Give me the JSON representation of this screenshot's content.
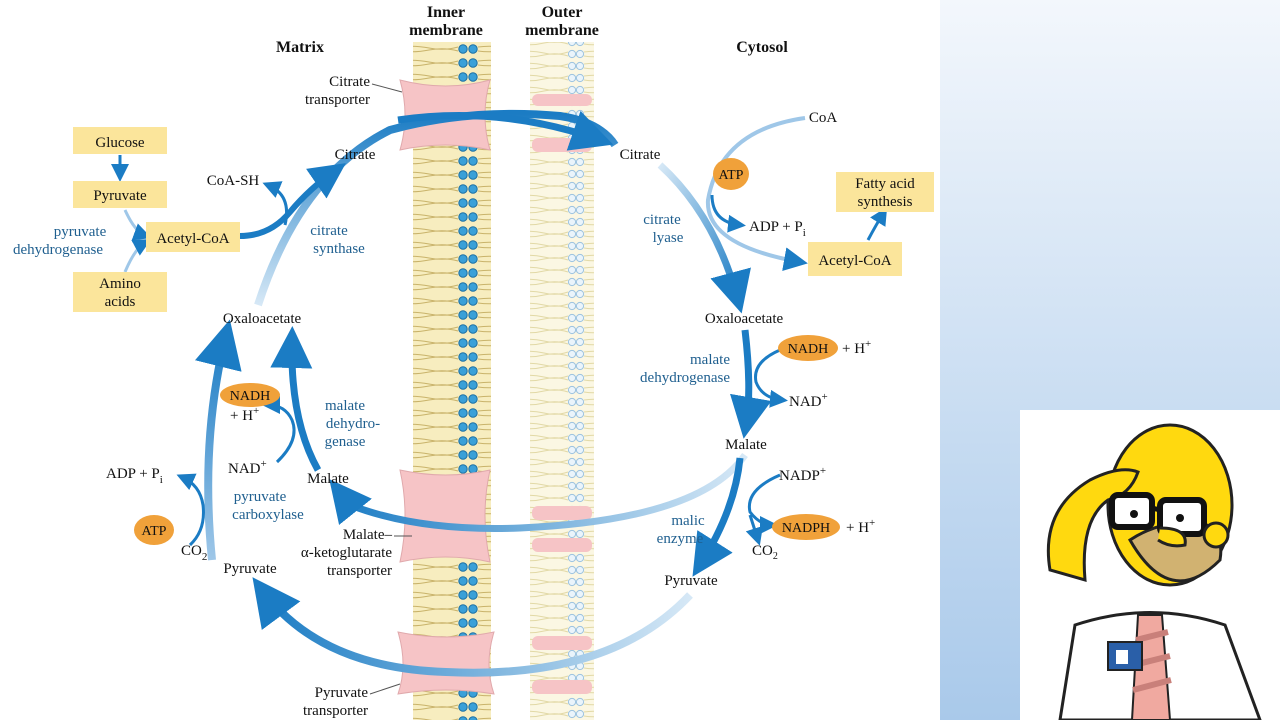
{
  "headers": {
    "matrix": "Matrix",
    "inner1": "Inner",
    "inner2": "membrane",
    "outer1": "Outer",
    "outer2": "membrane",
    "cytosol": "Cytosol"
  },
  "matrix": {
    "glucose": "Glucose",
    "pyruvate_box": "Pyruvate",
    "acetylcoa_box": "Acetyl-CoA",
    "amino1": "Amino",
    "amino2": "acids",
    "pdh1": "pyruvate",
    "pdh2": "dehydrogenase",
    "coash": "CoA-SH",
    "citrate": "Citrate",
    "cs1": "citrate",
    "cs2": "synthase",
    "oaa": "Oxaloacetate",
    "nadh": "NADH",
    "hplus": "+ H",
    "mdh1": "malate",
    "mdh2": "dehydro-",
    "mdh3": "genase",
    "nadplus": "NAD",
    "malate": "Malate",
    "adp": "ADP + P",
    "pc1": "pyruvate",
    "pc2": "carboxylase",
    "atp": "ATP",
    "co2": "CO",
    "pyruvate": "Pyruvate"
  },
  "transporters": {
    "cit1": "Citrate",
    "cit2": "transporter",
    "mal1": "Malate–",
    "mal2": "α-ketoglutarate",
    "mal3": "transporter",
    "pyr1": "Pyruvate",
    "pyr2": "transporter"
  },
  "cytosol": {
    "coa": "CoA",
    "citrate": "Citrate",
    "atp": "ATP",
    "adp": "ADP + P",
    "cl1": "citrate",
    "cl2": "lyase",
    "acetylcoa_box": "Acetyl-CoA",
    "fas1": "Fatty acid",
    "fas2": "synthesis",
    "oaa": "Oxaloacetate",
    "nadh": "NADH",
    "hplus": "+ H",
    "mdh1": "malate",
    "mdh2": "dehydrogenase",
    "nadplus": "NAD",
    "malate": "Malate",
    "nadpplus": "NADP",
    "nadph": "NADPH",
    "hplus2": "+ H",
    "me1": "malic",
    "me2": "enzyme",
    "co2": "CO",
    "pyruvate": "Pyruvate"
  },
  "sub": {
    "i": "i",
    "two": "2",
    "plus": "+"
  },
  "colors": {
    "arrow": "#1b7cc4",
    "box": "#fbe59b",
    "pill": "#f0a13a",
    "transporter": "#f6c4c6",
    "enzyme": "#1f5f8f"
  },
  "cartoon": {
    "description_icon": "thinking-character-icon"
  }
}
